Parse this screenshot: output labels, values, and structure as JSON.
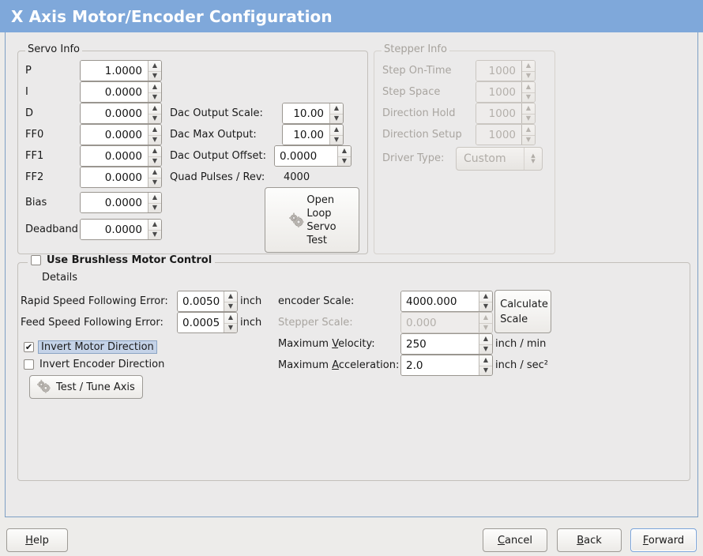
{
  "window": {
    "title": "X Axis Motor/Encoder Configuration",
    "title_bg": "#7fa8da",
    "content_bg": "#ebeaea"
  },
  "servo_info": {
    "legend": "Servo Info",
    "fields": [
      {
        "label": "P",
        "value": "1.0000"
      },
      {
        "label": "I",
        "value": "0.0000"
      },
      {
        "label": "D",
        "value": "0.0000"
      },
      {
        "label": "FF0",
        "value": "0.0000"
      },
      {
        "label": "FF1",
        "value": "0.0000"
      },
      {
        "label": "FF2",
        "value": "0.0000"
      },
      {
        "label": "Bias",
        "value": "0.0000"
      },
      {
        "label": "Deadband",
        "value": "0.0000"
      }
    ],
    "dac": [
      {
        "label": "Dac Output Scale:",
        "value": "10.00"
      },
      {
        "label": "Dac Max Output:",
        "value": "10.00"
      },
      {
        "label": "Dac Output Offset:",
        "value": "0.0000"
      }
    ],
    "quad_pulses_label": "Quad Pulses / Rev:",
    "quad_pulses_value": "4000",
    "open_loop_button": [
      "Open",
      "Loop",
      "Servo",
      "Test"
    ]
  },
  "stepper_info": {
    "legend": "Stepper Info",
    "enabled": false,
    "fields": [
      {
        "label": "Step On-Time",
        "value": "1000"
      },
      {
        "label": "Step Space",
        "value": "1000"
      },
      {
        "label": "Direction Hold",
        "value": "1000"
      },
      {
        "label": "Direction Setup",
        "value": "1000"
      }
    ],
    "driver_type_label": "Driver Type:",
    "driver_type_value": "Custom"
  },
  "brushless": {
    "checkbox_label": "Use Brushless Motor Control",
    "checked": false,
    "details_label": "Details",
    "details_expanded": false
  },
  "errors": {
    "rapid_label": "Rapid Speed Following Error:",
    "rapid_value": "0.0050",
    "rapid_unit": "inch",
    "feed_label": "Feed Speed Following Error:",
    "feed_value": "0.0005",
    "feed_unit": "inch"
  },
  "invert": {
    "motor_label": "Invert Motor Direction",
    "motor_checked": true,
    "motor_focused": true,
    "encoder_label": "Invert Encoder Direction",
    "encoder_checked": false
  },
  "test_tune_button": "Test / Tune Axis",
  "scales": {
    "encoder_label": "encoder Scale:",
    "encoder_value": "4000.000",
    "stepper_label": "Stepper Scale:",
    "stepper_value": "0.000",
    "stepper_enabled": false,
    "max_velocity_label": "Maximum Velocity:",
    "max_velocity_value": "250",
    "max_velocity_unit": "inch / min",
    "max_accel_label": "Maximum Acceleration:",
    "max_accel_value": "2.0",
    "max_accel_unit": "inch / sec²",
    "calculate_button": [
      "Calculate",
      "Scale"
    ]
  },
  "footer": {
    "help": "Help",
    "cancel": "Cancel",
    "back": "Back",
    "forward": "Forward"
  },
  "icons": {
    "spin_up": "▲",
    "spin_down": "▼",
    "check": "✔"
  }
}
